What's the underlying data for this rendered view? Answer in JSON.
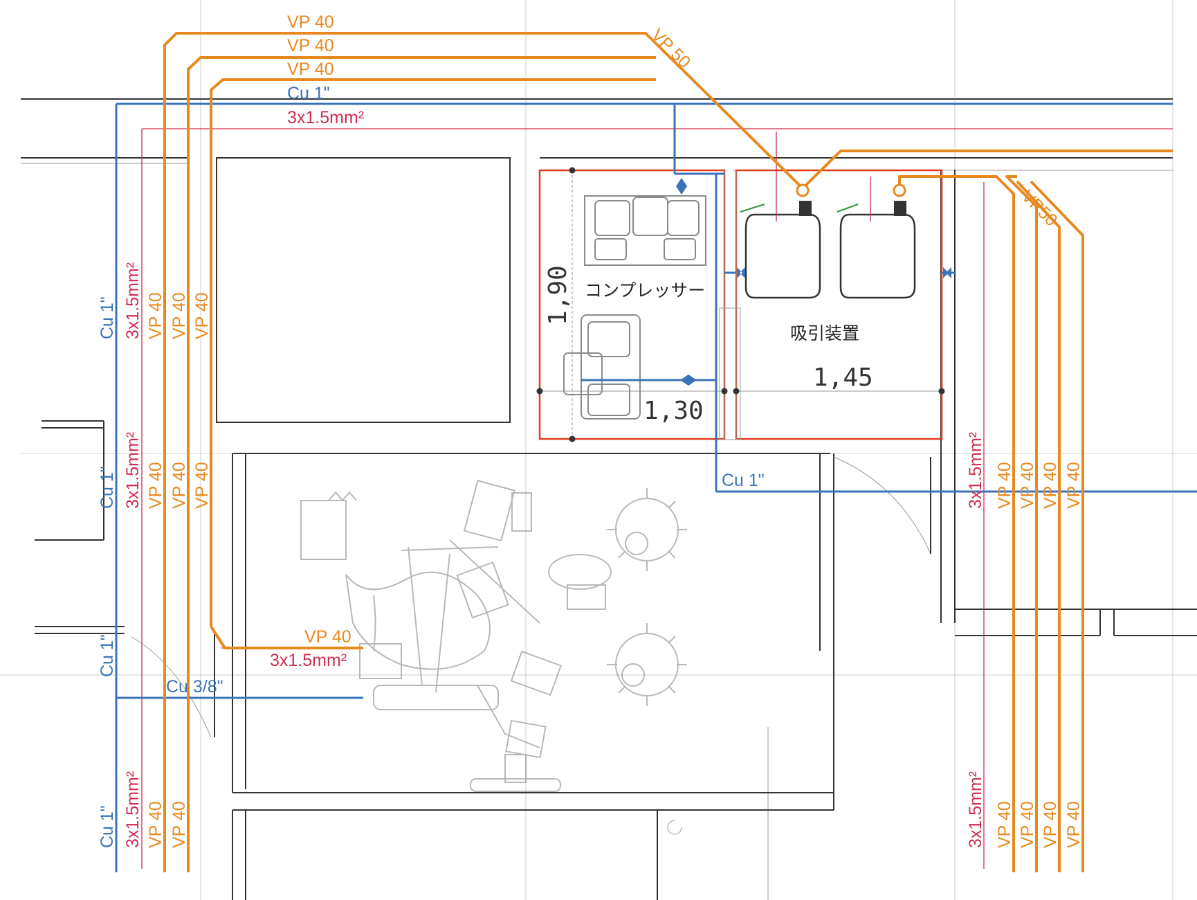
{
  "colors": {
    "vacuum_pipe": "#e8891f",
    "copper_pipe": "#3a73b8",
    "cable": "#d02d4f",
    "room_outline": "#e03a1e",
    "wall": "#333333"
  },
  "labels": {
    "vp40": "VP  40",
    "vp40_short": "VP 40",
    "vp50": "VP 50",
    "vp50_b": "VP50",
    "cu1": "Cu  1\"",
    "cu1_short": "Cu 1\"",
    "cu38": "Cu  3/8\"",
    "cable": "3x1.5mm²",
    "cable_short": "3x1.5mm²"
  },
  "rooms": {
    "compressor": "コンプレッサー",
    "suction": "吸引装置"
  },
  "dimensions": {
    "compressor_depth": "1,90",
    "compressor_width": "1,30",
    "suction_width": "1,45"
  },
  "icons": [
    "valve-icon",
    "compressor-unit-icon",
    "suction-unit-icon",
    "dental-chair-icon",
    "stool-icon"
  ]
}
